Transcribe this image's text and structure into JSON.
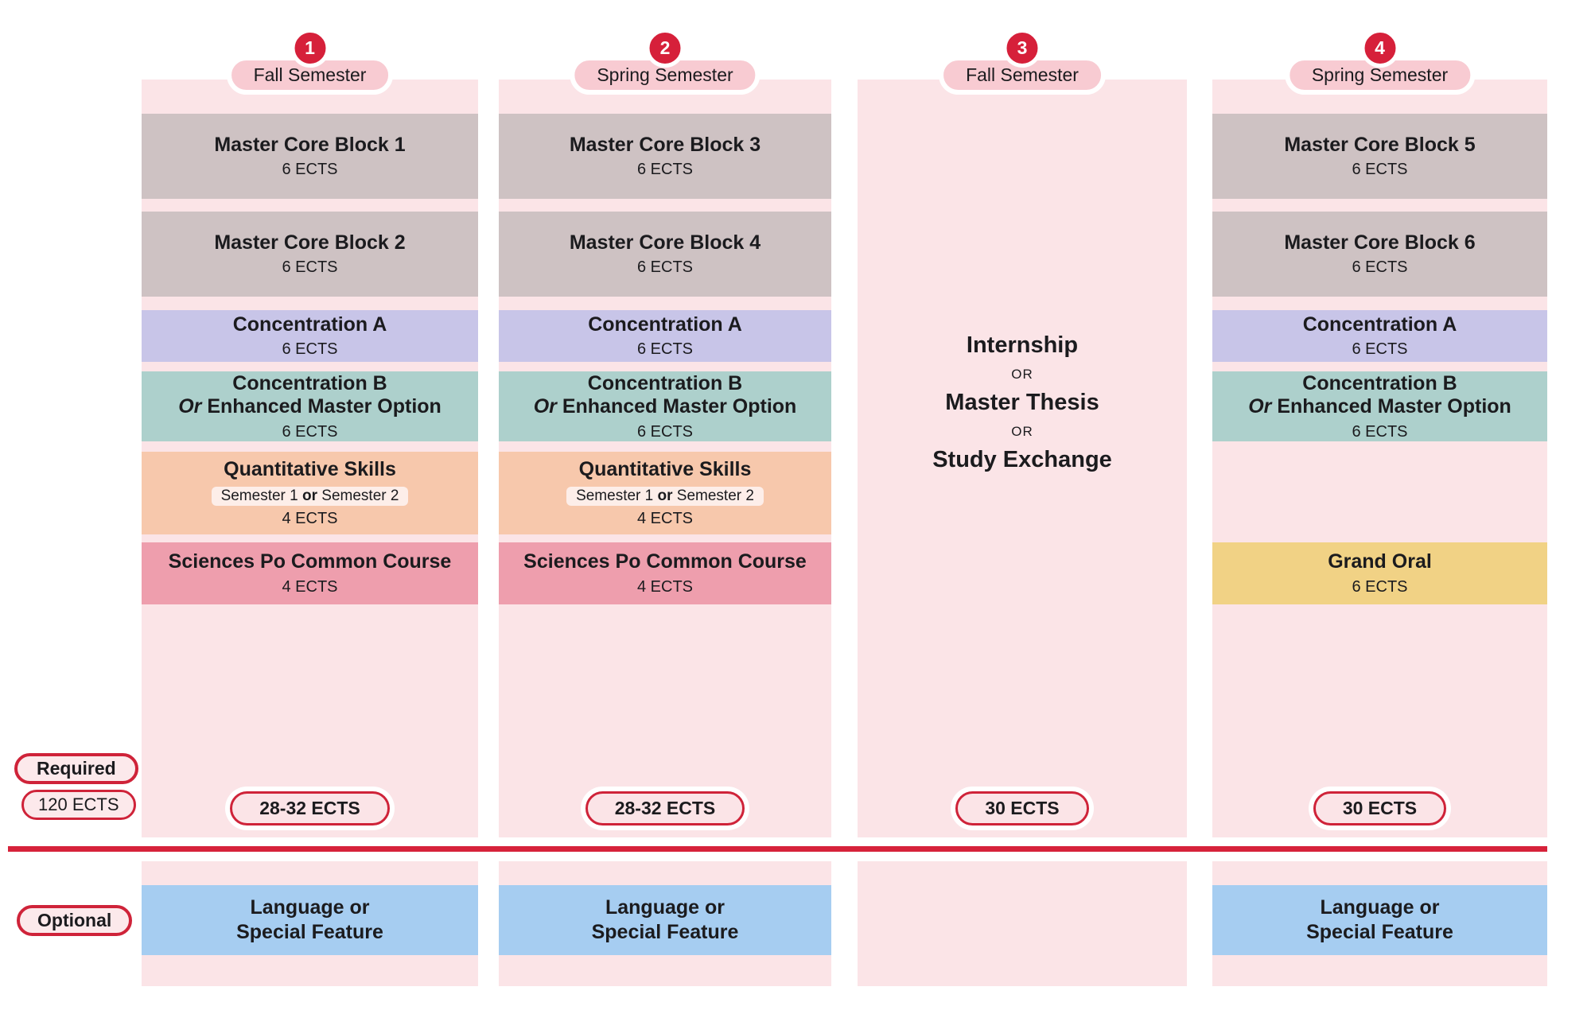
{
  "palette": {
    "column_bg": "#fbe4e7",
    "semester_pill_bg": "#f8cbd2",
    "badge_red": "#d6203a",
    "line_red": "#d6223a",
    "pill_border_red": "#cf2339",
    "text_dark": "#1b1b1e",
    "note_highlight": "#fdeee9",
    "block_colors": {
      "gray": "#cec2c3",
      "lavender": "#c8c5e8",
      "teal": "#add0cc",
      "peach": "#f7c8ac",
      "rose": "#ee9ead",
      "yellow": "#f1d285",
      "blue": "#a6cdf1"
    }
  },
  "legend": {
    "required_label": "Required",
    "required_total": "120 ECTS",
    "optional_label": "Optional"
  },
  "columns": [
    {
      "number": "1",
      "semester_label": "Fall Semester",
      "blocks": [
        {
          "row": "r1",
          "color": "gray",
          "lines": [
            {
              "style": "title",
              "parts": [
                {
                  "t": "Master Core Block 1"
                }
              ]
            },
            {
              "style": "ects",
              "parts": [
                {
                  "t": "6 ECTS"
                }
              ]
            }
          ]
        },
        {
          "row": "r2",
          "color": "gray",
          "lines": [
            {
              "style": "title",
              "parts": [
                {
                  "t": "Master Core Block 2"
                }
              ]
            },
            {
              "style": "ects",
              "parts": [
                {
                  "t": "6 ECTS"
                }
              ]
            }
          ]
        },
        {
          "row": "r3",
          "color": "lavender",
          "lines": [
            {
              "style": "title",
              "parts": [
                {
                  "t": "Concentration A"
                }
              ]
            },
            {
              "style": "ects",
              "parts": [
                {
                  "t": "6 ECTS"
                }
              ]
            }
          ]
        },
        {
          "row": "r4",
          "color": "teal",
          "lines": [
            {
              "style": "title",
              "parts": [
                {
                  "t": "Concentration B"
                }
              ]
            },
            {
              "style": "title",
              "parts": [
                {
                  "t": "Or",
                  "italic": true
                },
                {
                  "t": " Enhanced Master Option"
                }
              ]
            },
            {
              "style": "ects",
              "parts": [
                {
                  "t": "6 ECTS"
                }
              ]
            }
          ]
        },
        {
          "row": "r5",
          "color": "peach",
          "lines": [
            {
              "style": "title",
              "parts": [
                {
                  "t": "Quantitative Skills"
                }
              ]
            },
            {
              "style": "note",
              "parts": [
                {
                  "t": "Semester 1 "
                },
                {
                  "t": "or",
                  "bold": true
                },
                {
                  "t": " Semester 2"
                }
              ]
            },
            {
              "style": "ects",
              "parts": [
                {
                  "t": "4 ECTS"
                }
              ]
            }
          ]
        },
        {
          "row": "r6",
          "color": "rose",
          "lines": [
            {
              "style": "title",
              "parts": [
                {
                  "t": "Sciences Po Common Course"
                }
              ]
            },
            {
              "style": "ects",
              "parts": [
                {
                  "t": "4 ECTS"
                }
              ]
            }
          ]
        }
      ],
      "total_ects": "28-32 ECTS",
      "optional_block": {
        "color": "blue",
        "lines": [
          "Language or",
          "Special Feature"
        ]
      }
    },
    {
      "number": "2",
      "semester_label": "Spring Semester",
      "blocks": [
        {
          "row": "r1",
          "color": "gray",
          "lines": [
            {
              "style": "title",
              "parts": [
                {
                  "t": "Master Core Block 3"
                }
              ]
            },
            {
              "style": "ects",
              "parts": [
                {
                  "t": "6 ECTS"
                }
              ]
            }
          ]
        },
        {
          "row": "r2",
          "color": "gray",
          "lines": [
            {
              "style": "title",
              "parts": [
                {
                  "t": "Master Core Block 4"
                }
              ]
            },
            {
              "style": "ects",
              "parts": [
                {
                  "t": "6 ECTS"
                }
              ]
            }
          ]
        },
        {
          "row": "r3",
          "color": "lavender",
          "lines": [
            {
              "style": "title",
              "parts": [
                {
                  "t": "Concentration A"
                }
              ]
            },
            {
              "style": "ects",
              "parts": [
                {
                  "t": "6 ECTS"
                }
              ]
            }
          ]
        },
        {
          "row": "r4",
          "color": "teal",
          "lines": [
            {
              "style": "title",
              "parts": [
                {
                  "t": "Concentration B"
                }
              ]
            },
            {
              "style": "title",
              "parts": [
                {
                  "t": "Or",
                  "italic": true
                },
                {
                  "t": " Enhanced Master Option"
                }
              ]
            },
            {
              "style": "ects",
              "parts": [
                {
                  "t": "6 ECTS"
                }
              ]
            }
          ]
        },
        {
          "row": "r5",
          "color": "peach",
          "lines": [
            {
              "style": "title",
              "parts": [
                {
                  "t": "Quantitative Skills"
                }
              ]
            },
            {
              "style": "note",
              "parts": [
                {
                  "t": "Semester 1 "
                },
                {
                  "t": "or",
                  "bold": true
                },
                {
                  "t": " Semester 2"
                }
              ]
            },
            {
              "style": "ects",
              "parts": [
                {
                  "t": "4 ECTS"
                }
              ]
            }
          ]
        },
        {
          "row": "r6",
          "color": "rose",
          "lines": [
            {
              "style": "title",
              "parts": [
                {
                  "t": "Sciences Po Common Course"
                }
              ]
            },
            {
              "style": "ects",
              "parts": [
                {
                  "t": "4 ECTS"
                }
              ]
            }
          ]
        }
      ],
      "total_ects": "28-32 ECTS",
      "optional_block": {
        "color": "blue",
        "lines": [
          "Language or",
          "Special Feature"
        ]
      }
    },
    {
      "number": "3",
      "semester_label": "Fall Semester",
      "blocks": [],
      "choice": {
        "options": [
          "Internship",
          "Master Thesis",
          "Study Exchange"
        ],
        "separator": "OR"
      },
      "total_ects": "30 ECTS"
    },
    {
      "number": "4",
      "semester_label": "Spring Semester",
      "blocks": [
        {
          "row": "r1",
          "color": "gray",
          "lines": [
            {
              "style": "title",
              "parts": [
                {
                  "t": "Master Core Block 5"
                }
              ]
            },
            {
              "style": "ects",
              "parts": [
                {
                  "t": "6 ECTS"
                }
              ]
            }
          ]
        },
        {
          "row": "r2",
          "color": "gray",
          "lines": [
            {
              "style": "title",
              "parts": [
                {
                  "t": "Master Core Block 6"
                }
              ]
            },
            {
              "style": "ects",
              "parts": [
                {
                  "t": "6 ECTS"
                }
              ]
            }
          ]
        },
        {
          "row": "r3",
          "color": "lavender",
          "lines": [
            {
              "style": "title",
              "parts": [
                {
                  "t": "Concentration A"
                }
              ]
            },
            {
              "style": "ects",
              "parts": [
                {
                  "t": "6 ECTS"
                }
              ]
            }
          ]
        },
        {
          "row": "r4",
          "color": "teal",
          "lines": [
            {
              "style": "title",
              "parts": [
                {
                  "t": "Concentration B"
                }
              ]
            },
            {
              "style": "title",
              "parts": [
                {
                  "t": "Or",
                  "italic": true
                },
                {
                  "t": " Enhanced Master Option"
                }
              ]
            },
            {
              "style": "ects",
              "parts": [
                {
                  "t": "6 ECTS"
                }
              ]
            }
          ]
        },
        {
          "row": "r6",
          "color": "yellow",
          "lines": [
            {
              "style": "title",
              "parts": [
                {
                  "t": "Grand Oral"
                }
              ]
            },
            {
              "style": "ects",
              "parts": [
                {
                  "t": "6 ECTS"
                }
              ]
            }
          ]
        }
      ],
      "total_ects": "30 ECTS",
      "optional_block": {
        "color": "blue",
        "lines": [
          "Language or",
          "Special Feature"
        ]
      }
    }
  ]
}
